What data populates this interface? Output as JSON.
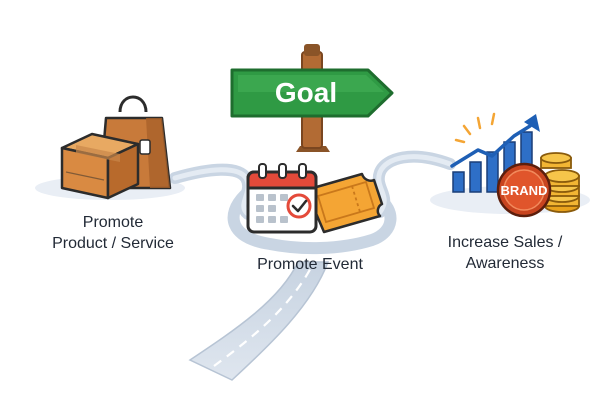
{
  "signpost": {
    "label": "Goal",
    "color": "#2f9a44"
  },
  "branches": {
    "left": {
      "lines": [
        "Promote",
        "Product / Service"
      ]
    },
    "center": {
      "lines": [
        "Promote Event"
      ]
    },
    "right": {
      "lines": [
        "Increase Sales /",
        "Awareness"
      ]
    }
  },
  "brand_coin": {
    "label": "BRAND",
    "color": "#e0552b"
  },
  "icons": [
    "package-box-icon",
    "shopping-bag-icon",
    "calendar-icon",
    "checkmark-icon",
    "ticket-icon",
    "growth-chart-icon",
    "coin-stack-icon"
  ]
}
